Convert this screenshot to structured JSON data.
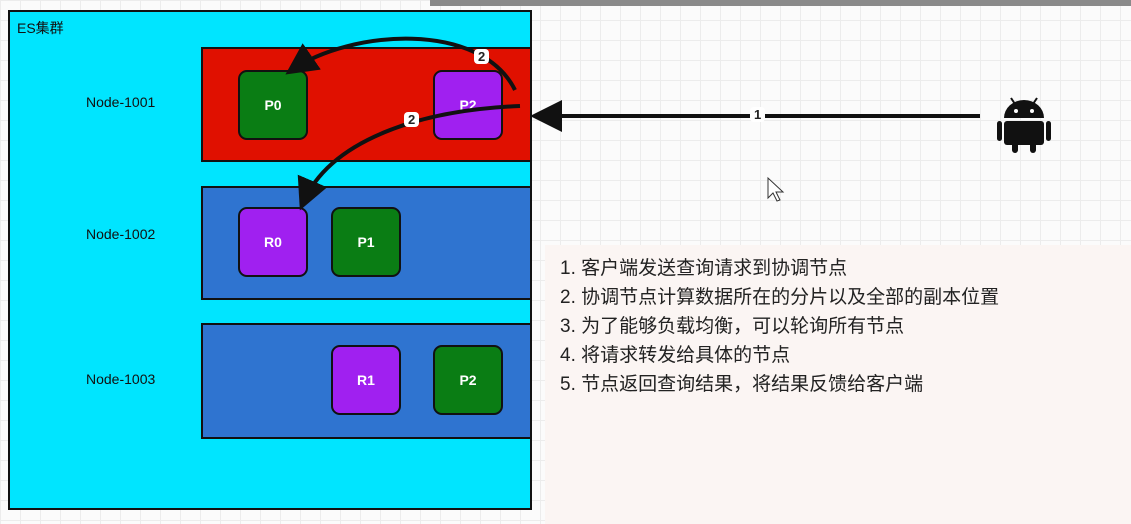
{
  "cluster": {
    "title": "ES集群"
  },
  "nodes": [
    {
      "label": "Node-1001",
      "color": "#e01000",
      "shards": [
        "P0",
        "P2"
      ]
    },
    {
      "label": "Node-1002",
      "color": "#2f74d0",
      "shards": [
        "R0",
        "P1"
      ]
    },
    {
      "label": "Node-1003",
      "color": "#2f74d0",
      "shards": [
        "R1",
        "P2"
      ]
    }
  ],
  "arrows": {
    "client_label": "1",
    "forward_label_a": "2",
    "forward_label_b": "2"
  },
  "client": {
    "icon": "android-icon"
  },
  "steps": [
    "1. 客户端发送查询请求到协调节点",
    "2. 协调节点计算数据所在的分片以及全部的副本位置",
    "3. 为了能够负载均衡，可以轮询所有节点",
    "4. 将请求转发给具体的节点",
    "5. 节点返回查询结果，将结果反馈给客户端"
  ]
}
